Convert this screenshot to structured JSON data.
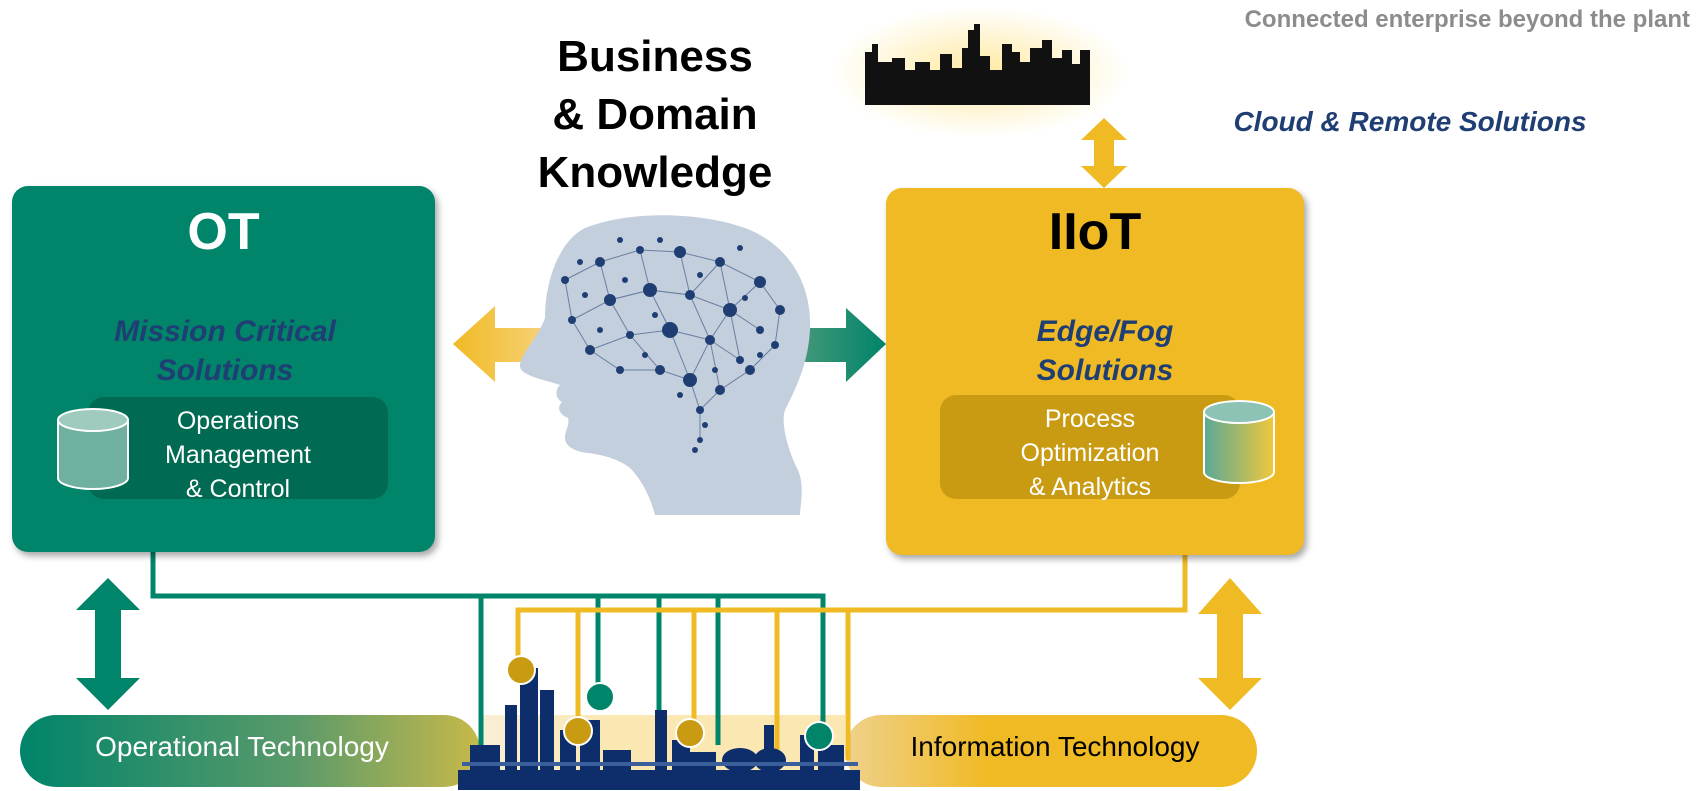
{
  "header": {
    "connected_enterprise": "Connected enterprise beyond the plant",
    "cloud_label": "Cloud & Remote Solutions"
  },
  "center": {
    "title_line1": "Business",
    "title_line2": "& Domain",
    "title_line3": "Knowledge"
  },
  "ot": {
    "title": "OT",
    "subtitle_line1": "Mission Critical",
    "subtitle_line2": "Solutions",
    "pill_line1": "Operations",
    "pill_line2": "Management",
    "pill_line3": "& Control"
  },
  "iiot": {
    "title": "IIoT",
    "subtitle_line1": "Edge/Fog",
    "subtitle_line2": "Solutions",
    "pill_line1": "Process",
    "pill_line2": "Optimization",
    "pill_line3": "& Analytics"
  },
  "bottom": {
    "operational": "Operational Technology",
    "information": "Information Technology"
  },
  "colors": {
    "ot_green": "#00846a",
    "iiot_gold": "#f0ba24",
    "label_navy": "#1f3e73",
    "plant_navy": "#0d2d6b"
  }
}
